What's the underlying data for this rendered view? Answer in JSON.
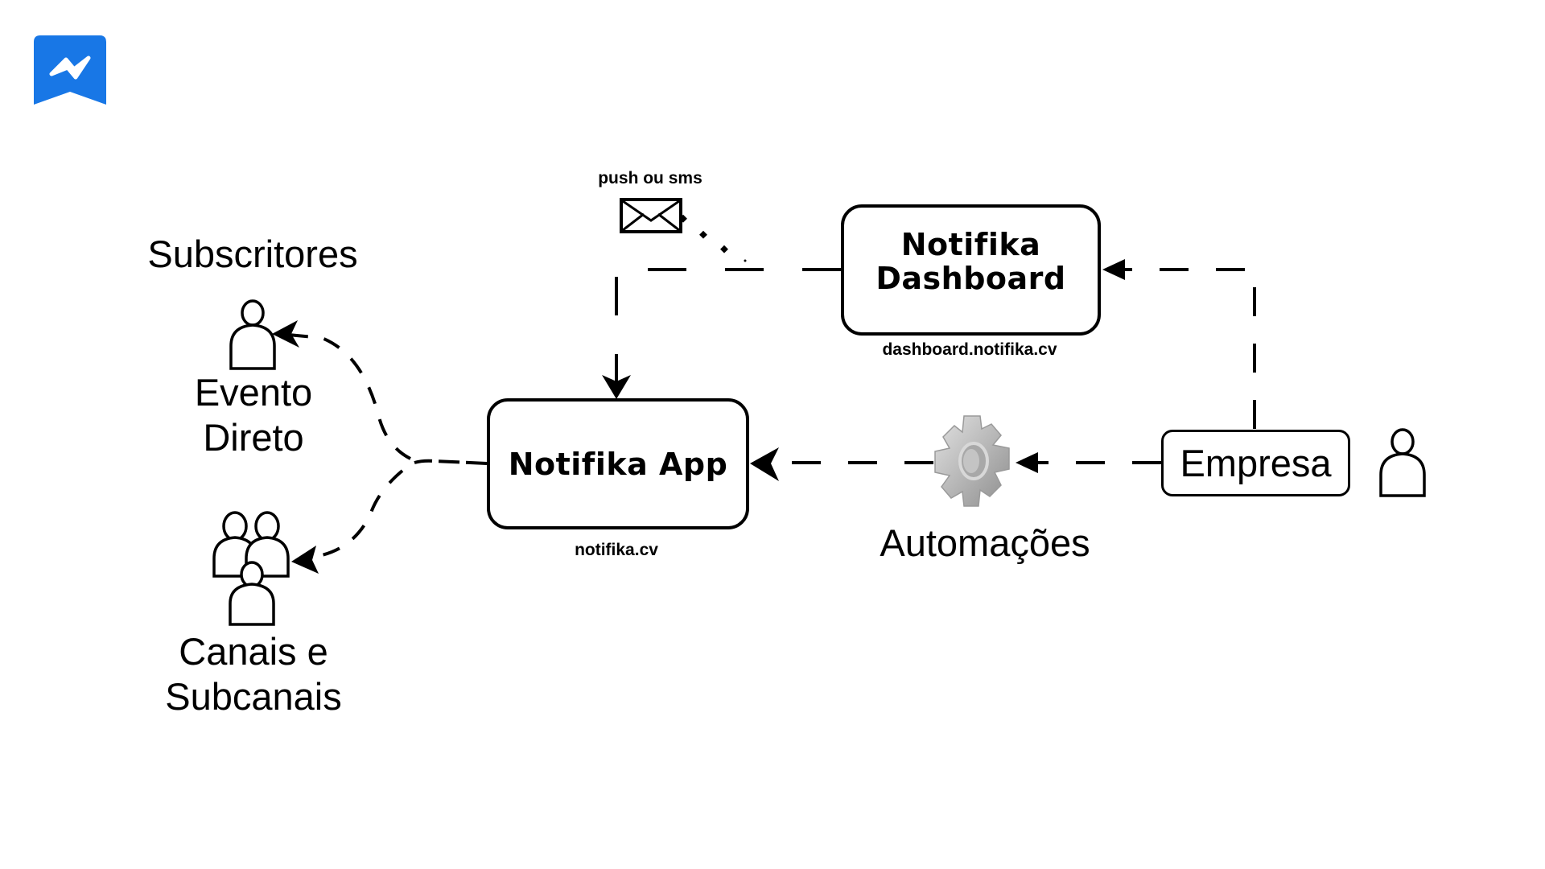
{
  "logo": {
    "name": "notifika-logo",
    "color": "#1877E6"
  },
  "diagram": {
    "subscribers_heading": "Subscritores",
    "direct_event": {
      "line1": "Evento",
      "line2": "Direto",
      "icon": "person-icon"
    },
    "channels": {
      "line1": "Canais e",
      "line2": "Subcanais",
      "icon": "people-group-icon"
    },
    "app": {
      "title": "Notifika App",
      "url": "notifika.cv"
    },
    "dashboard": {
      "line1": "Notifika",
      "line2": "Dashboard",
      "url": "dashboard.notifika.cv"
    },
    "push": {
      "label": "push ou sms",
      "icon": "envelope-icon"
    },
    "automations": {
      "label": "Automações",
      "icon": "gear-icon"
    },
    "company": {
      "label": "Empresa",
      "icon": "person-icon"
    }
  }
}
